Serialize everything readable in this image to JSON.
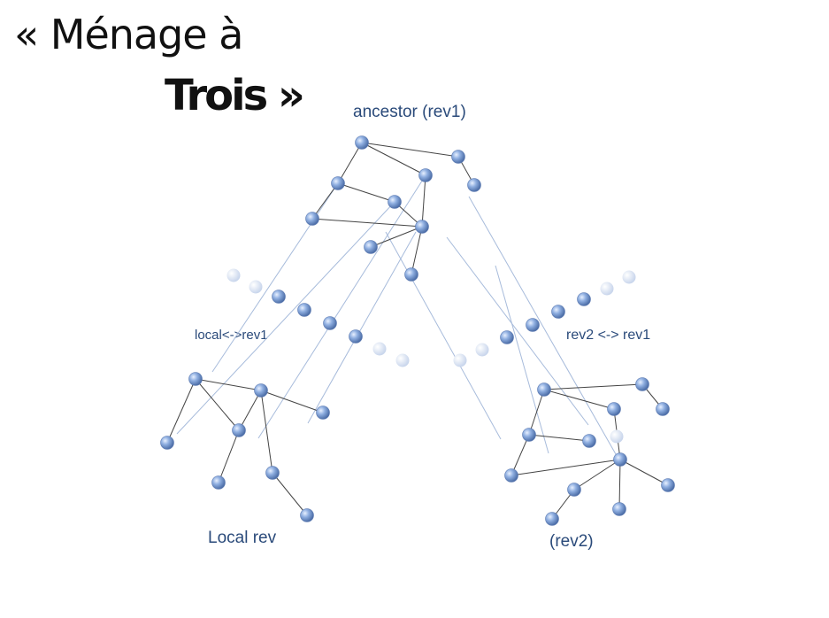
{
  "title": {
    "line1": "« Ménage à",
    "line2": "Trois »"
  },
  "labels": {
    "ancestor": "ancestor (rev1)",
    "local_diff": "local<->rev1",
    "rev2_diff": "rev2 <-> rev1",
    "local": "Local rev",
    "rev2": "(rev2)"
  },
  "colors": {
    "node": "#7f9fd4",
    "edge": "#333333",
    "guide": "#9fb4d6",
    "label": "#2a4a7a"
  }
}
